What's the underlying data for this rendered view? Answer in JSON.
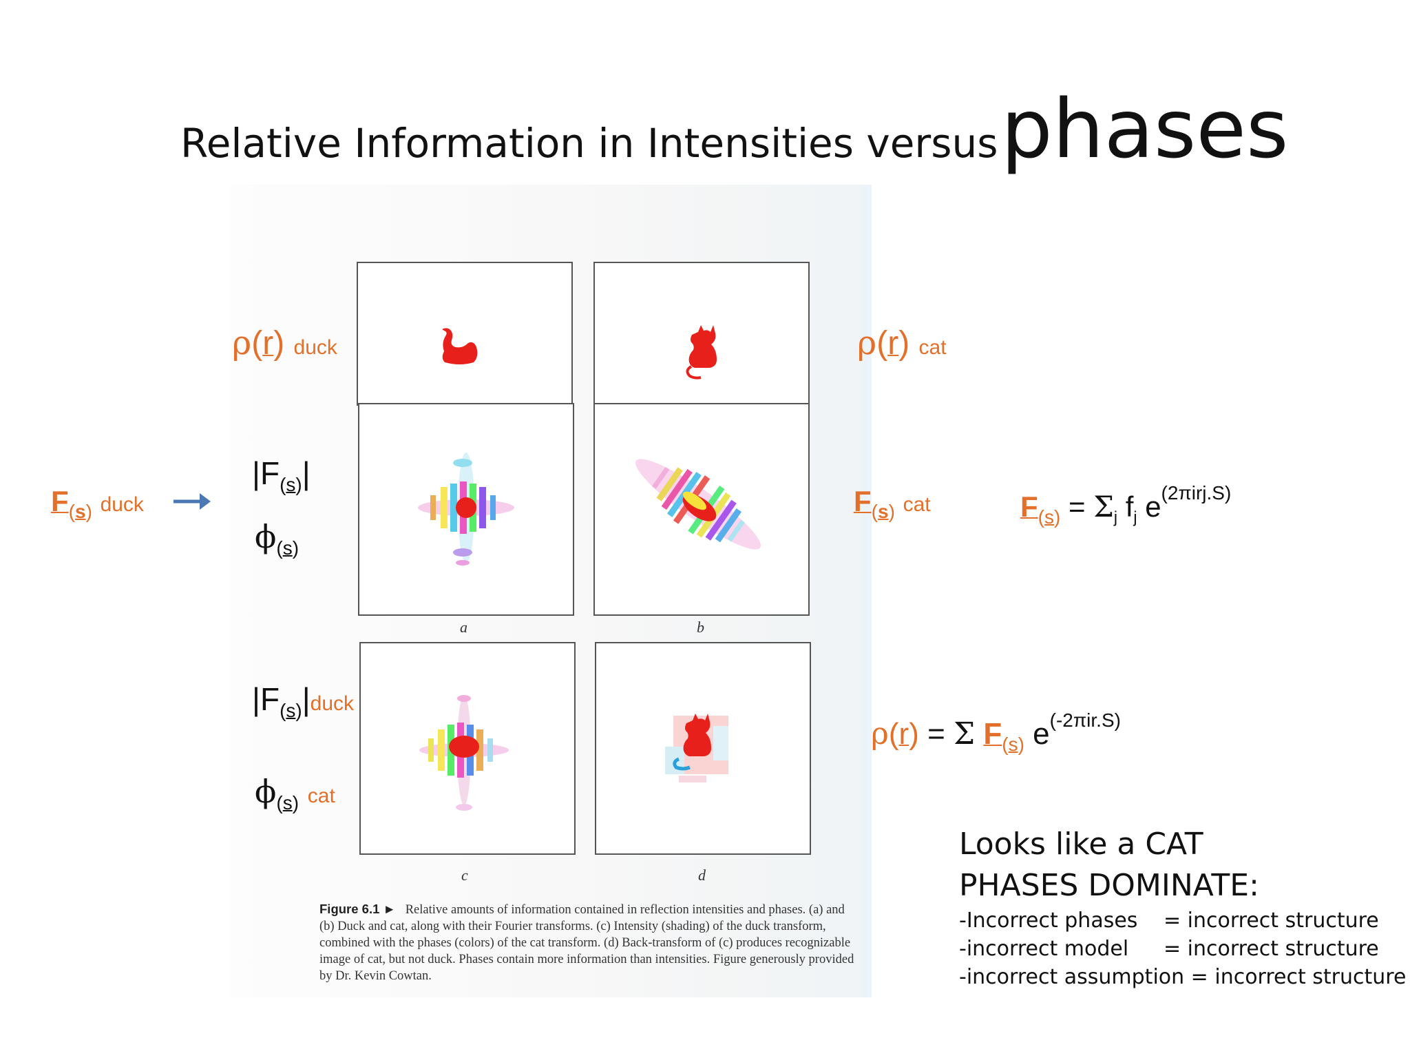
{
  "title": {
    "part1": "Relative Information in Intensities versus",
    "part2": "phases"
  },
  "figure": {
    "panel_labels": [
      "a",
      "b",
      "c",
      "d"
    ],
    "caption_label": "Figure 6.1 ►",
    "caption_text": "Relative amounts of information contained in reflection intensities and phases. (a) and (b) Duck and cat, along with their Fourier transforms. (c) Intensity (shading) of the duck transform, combined with the phases (colors) of the cat transform. (d) Back-transform of (c) produces recognizable image of cat, but not duck. Phases contain more information than intensities. Figure generously provided by Dr. Kevin Cowtan."
  },
  "labels": {
    "rho": "ρ",
    "r": "r",
    "s": "s",
    "F": "F",
    "phi": "ϕ",
    "duck": "duck",
    "cat": "cat",
    "arrow": "→"
  },
  "equations": {
    "sf_sum": "Σ",
    "sf_j": "j",
    "sf_f": "f",
    "sf_exp_base": "e",
    "sf_exp": "(2πirj.S)",
    "rho_exp": "(-2πir.S)",
    "equals": "="
  },
  "notes": {
    "line1": "Looks like a CAT",
    "line2": "PHASES DOMINATE:",
    "rows": [
      {
        "left": "-Incorrect phases",
        "right": "= incorrect structure"
      },
      {
        "left": "-incorrect model",
        "right": "= incorrect structure"
      },
      {
        "left": "-incorrect assumption = incorrect structure",
        "right": ""
      }
    ]
  },
  "colors": {
    "accent": "#e2702a",
    "arrow": "#4a78b5",
    "figure_red": "#e8201b"
  }
}
